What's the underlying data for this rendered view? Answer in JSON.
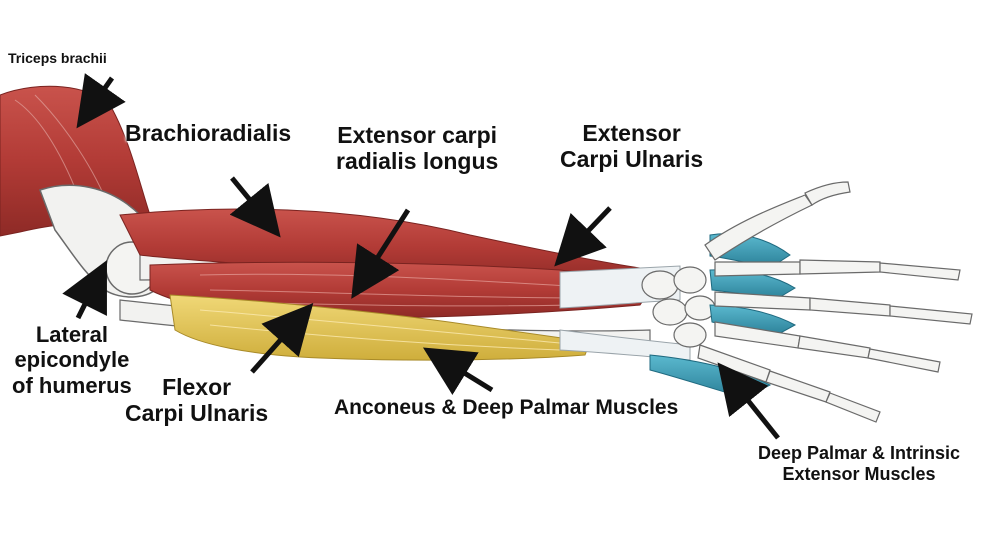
{
  "labels": {
    "triceps": "Triceps brachii",
    "brachioradialis": "Brachioradialis",
    "ecrl_line1": "Extensor carpi",
    "ecrl_line2": "radialis longus",
    "ecu_line1": "Extensor",
    "ecu_line2": "Carpi Ulnaris",
    "lat_epi_line1": "Lateral",
    "lat_epi_line2": "epicondyle",
    "lat_epi_line3": "of humerus",
    "fcu_line1": "Flexor",
    "fcu_line2": "Carpi Ulnaris",
    "anconeus": "Anconeus & Deep Palmar Muscles",
    "deep_palmar_line1": "Deep Palmar & Intrinsic",
    "deep_palmar_line2": "Extensor Muscles"
  },
  "colors": {
    "muscle_red": "#b8403b",
    "muscle_dark": "#8e2a26",
    "flexor_yellow": "#e3c85a",
    "tendon_white": "#eef2f4",
    "bone": "#f2f2f0",
    "bone_outline": "#6a6a6a",
    "palmar_blue": "#3c9cb5",
    "arrow": "#111111"
  }
}
